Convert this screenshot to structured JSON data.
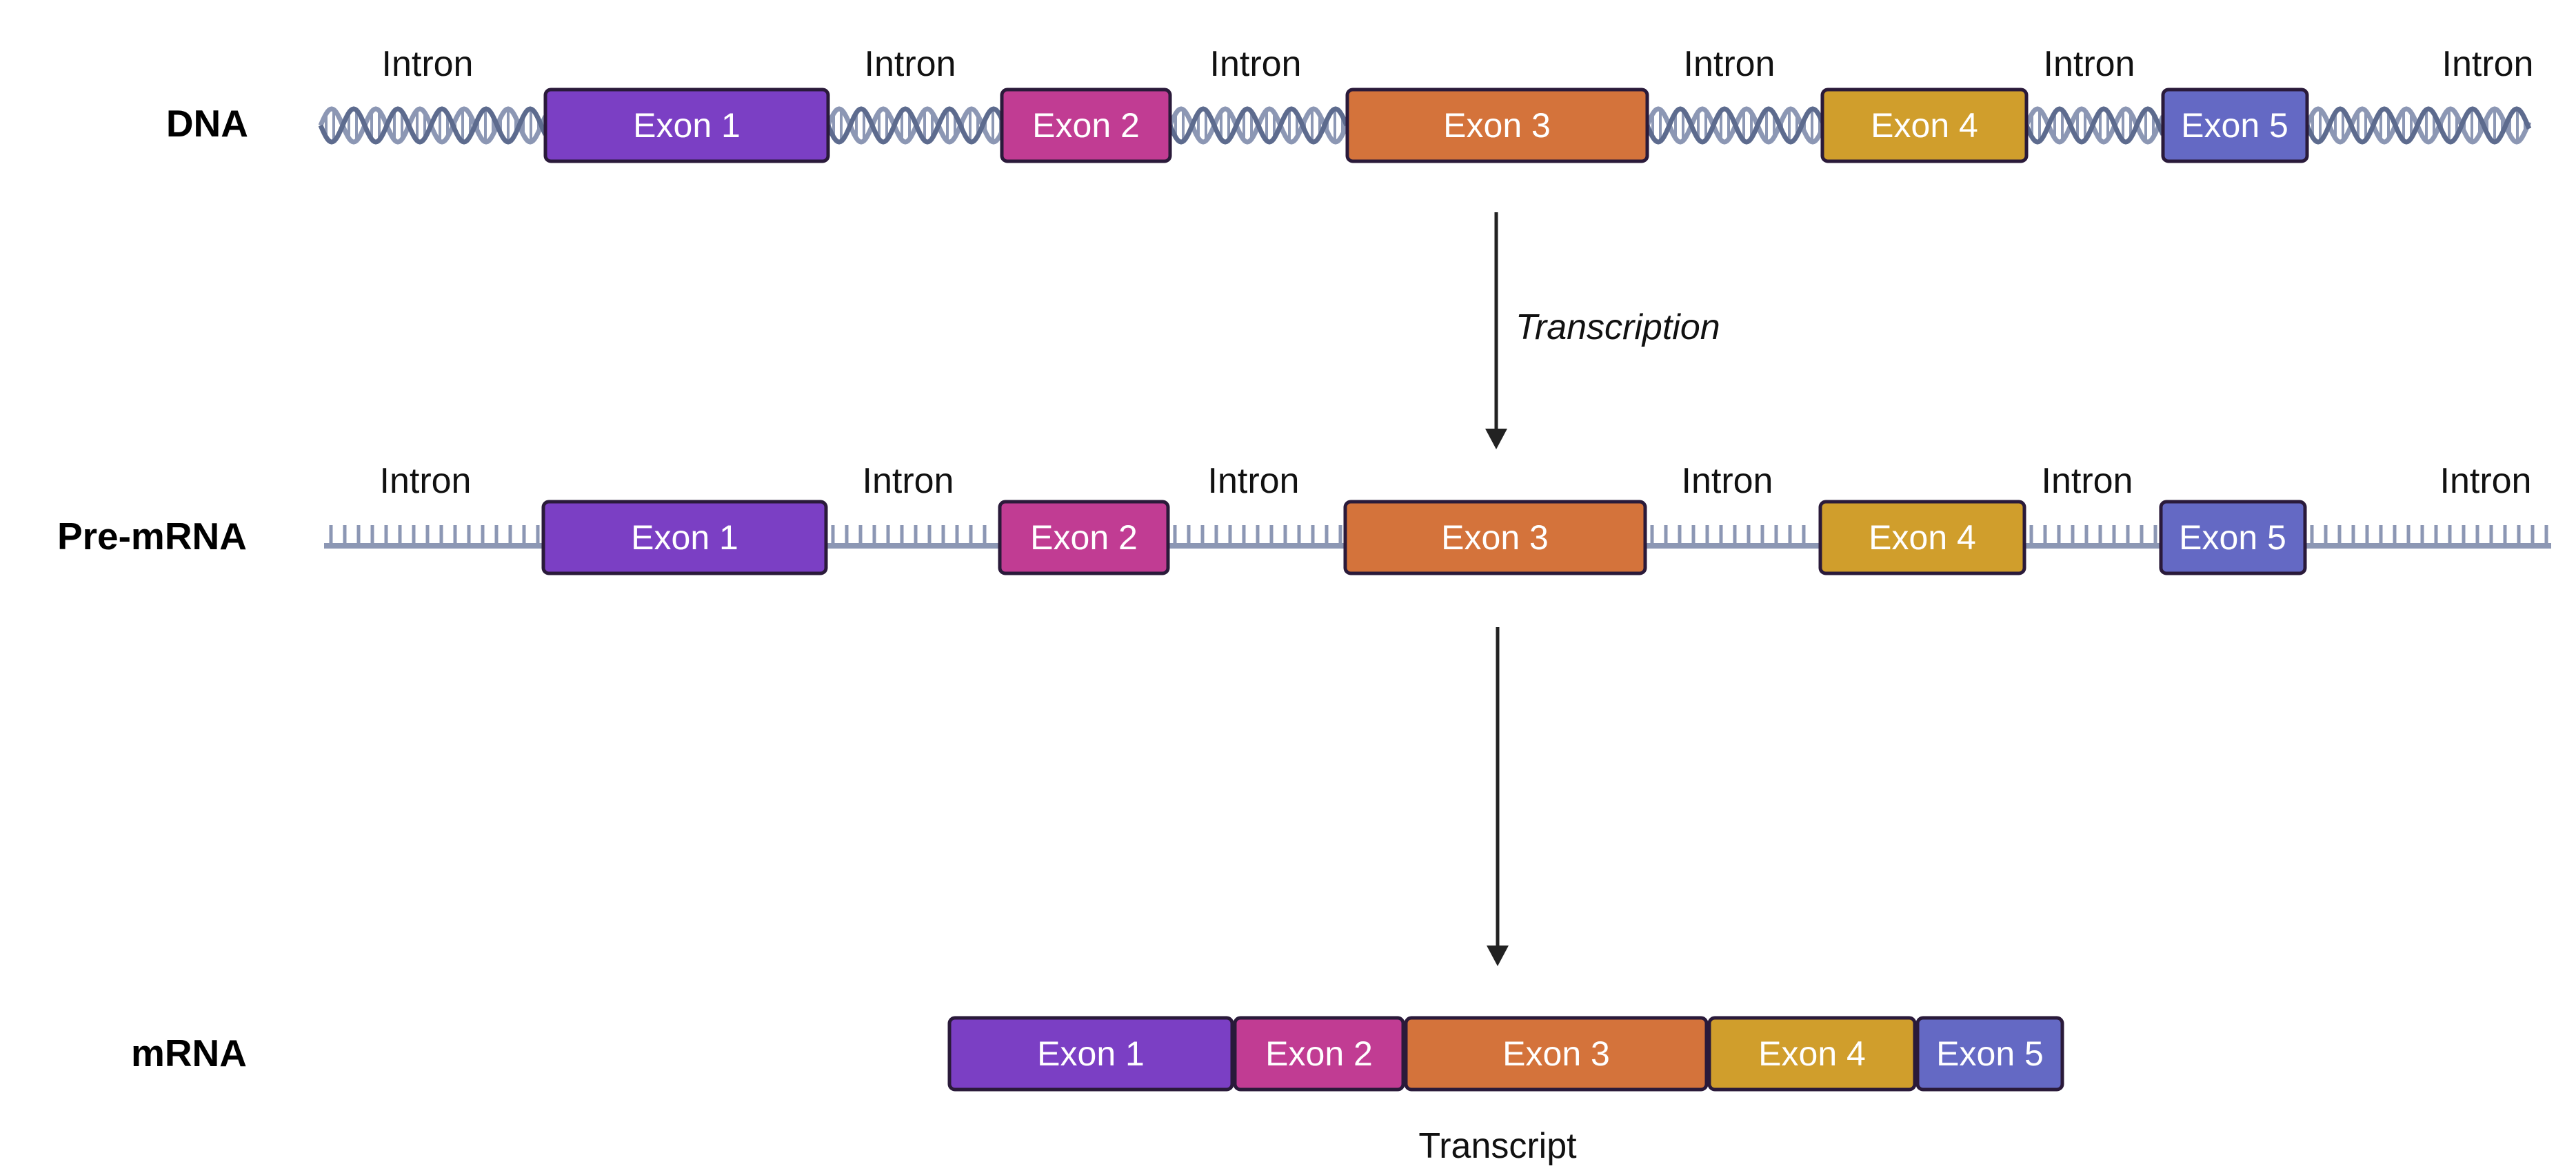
{
  "rows": {
    "dna": "DNA",
    "pre_mrna": "Pre-mRNA",
    "mrna": "mRNA"
  },
  "intron_label": "Intron",
  "exons": [
    {
      "label": "Exon 1",
      "color": "#7B3FC4"
    },
    {
      "label": "Exon 2",
      "color": "#C13C93"
    },
    {
      "label": "Exon 3",
      "color": "#D4733B"
    },
    {
      "label": "Exon 4",
      "color": "#D09E2C"
    },
    {
      "label": "Exon 5",
      "color": "#6469C4"
    }
  ],
  "steps": {
    "transcription": "Transcription",
    "transcript": "Transcript"
  },
  "colors": {
    "strand": "#8C97B4",
    "strand_dark": "#5D6B8E",
    "arrow": "#222222",
    "exon_border": "#2a1a3a"
  }
}
